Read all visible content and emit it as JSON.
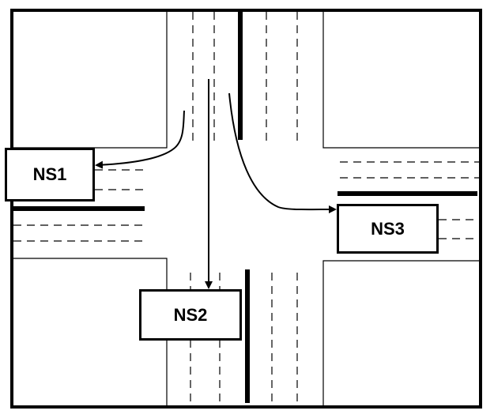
{
  "diagram": {
    "type": "intersection-layout",
    "nodes": [
      {
        "id": "ns1",
        "label": "NS1"
      },
      {
        "id": "ns2",
        "label": "NS2"
      },
      {
        "id": "ns3",
        "label": "NS3"
      }
    ],
    "colors": {
      "line": "#000000",
      "background": "#ffffff"
    }
  }
}
